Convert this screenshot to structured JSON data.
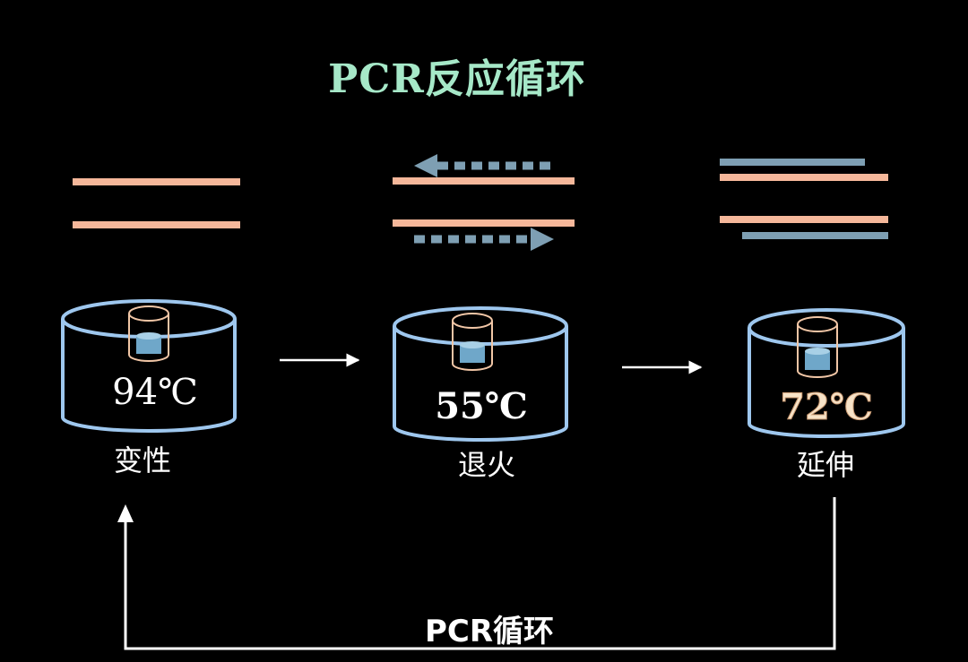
{
  "title": "PCR反应循环",
  "colors": {
    "background": "#000000",
    "title": "#a6e8c8",
    "template_strand": "#f5b79a",
    "primer_strand": "#7e9fb3",
    "beaker_outline": "#9ec7ee",
    "tube_outline": "#f1c6a6",
    "liquid": "#6fa7c9",
    "text": "#ffffff",
    "temp_72": "#f7e3c8"
  },
  "stages": [
    {
      "label": "变性",
      "temperature": "94℃"
    },
    {
      "label": "退火",
      "temperature": "55℃"
    },
    {
      "label": "延伸",
      "temperature": "72℃"
    }
  ],
  "cycle_label": "PCR循环"
}
